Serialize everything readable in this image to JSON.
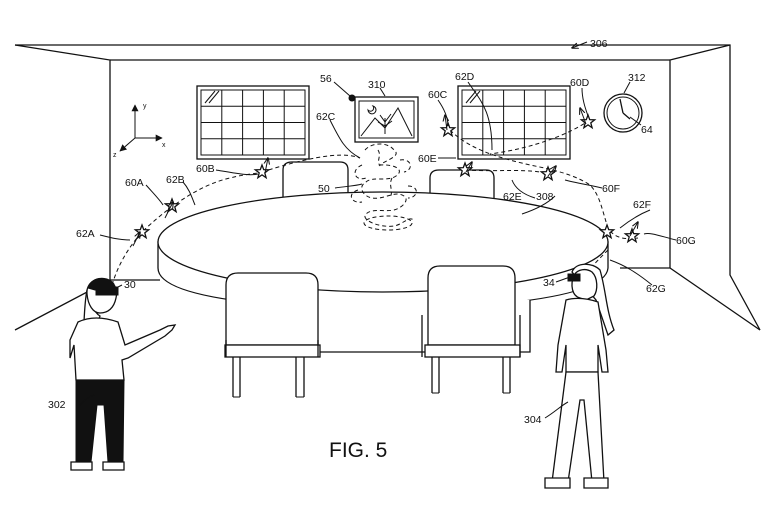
{
  "figure": {
    "caption": "FIG. 5",
    "axes": {
      "x": "x",
      "y": "y",
      "z": "z"
    },
    "labels": {
      "room": "306",
      "marker": "56",
      "picture": "310",
      "clock": "312",
      "clock_hand": "64",
      "hologram": "50",
      "table": "308",
      "user_left": "302",
      "user_right": "304",
      "hmd_left": "30",
      "hmd_right": "34",
      "l60A": "60A",
      "l60B": "60B",
      "l60C": "60C",
      "l60D": "60D",
      "l60E": "60E",
      "l60F": "60F",
      "l60G": "60G",
      "l62A": "62A",
      "l62B": "62B",
      "l62C": "62C",
      "l62D": "62D",
      "l62E": "62E",
      "l62F": "62F",
      "l62G": "62G"
    }
  }
}
